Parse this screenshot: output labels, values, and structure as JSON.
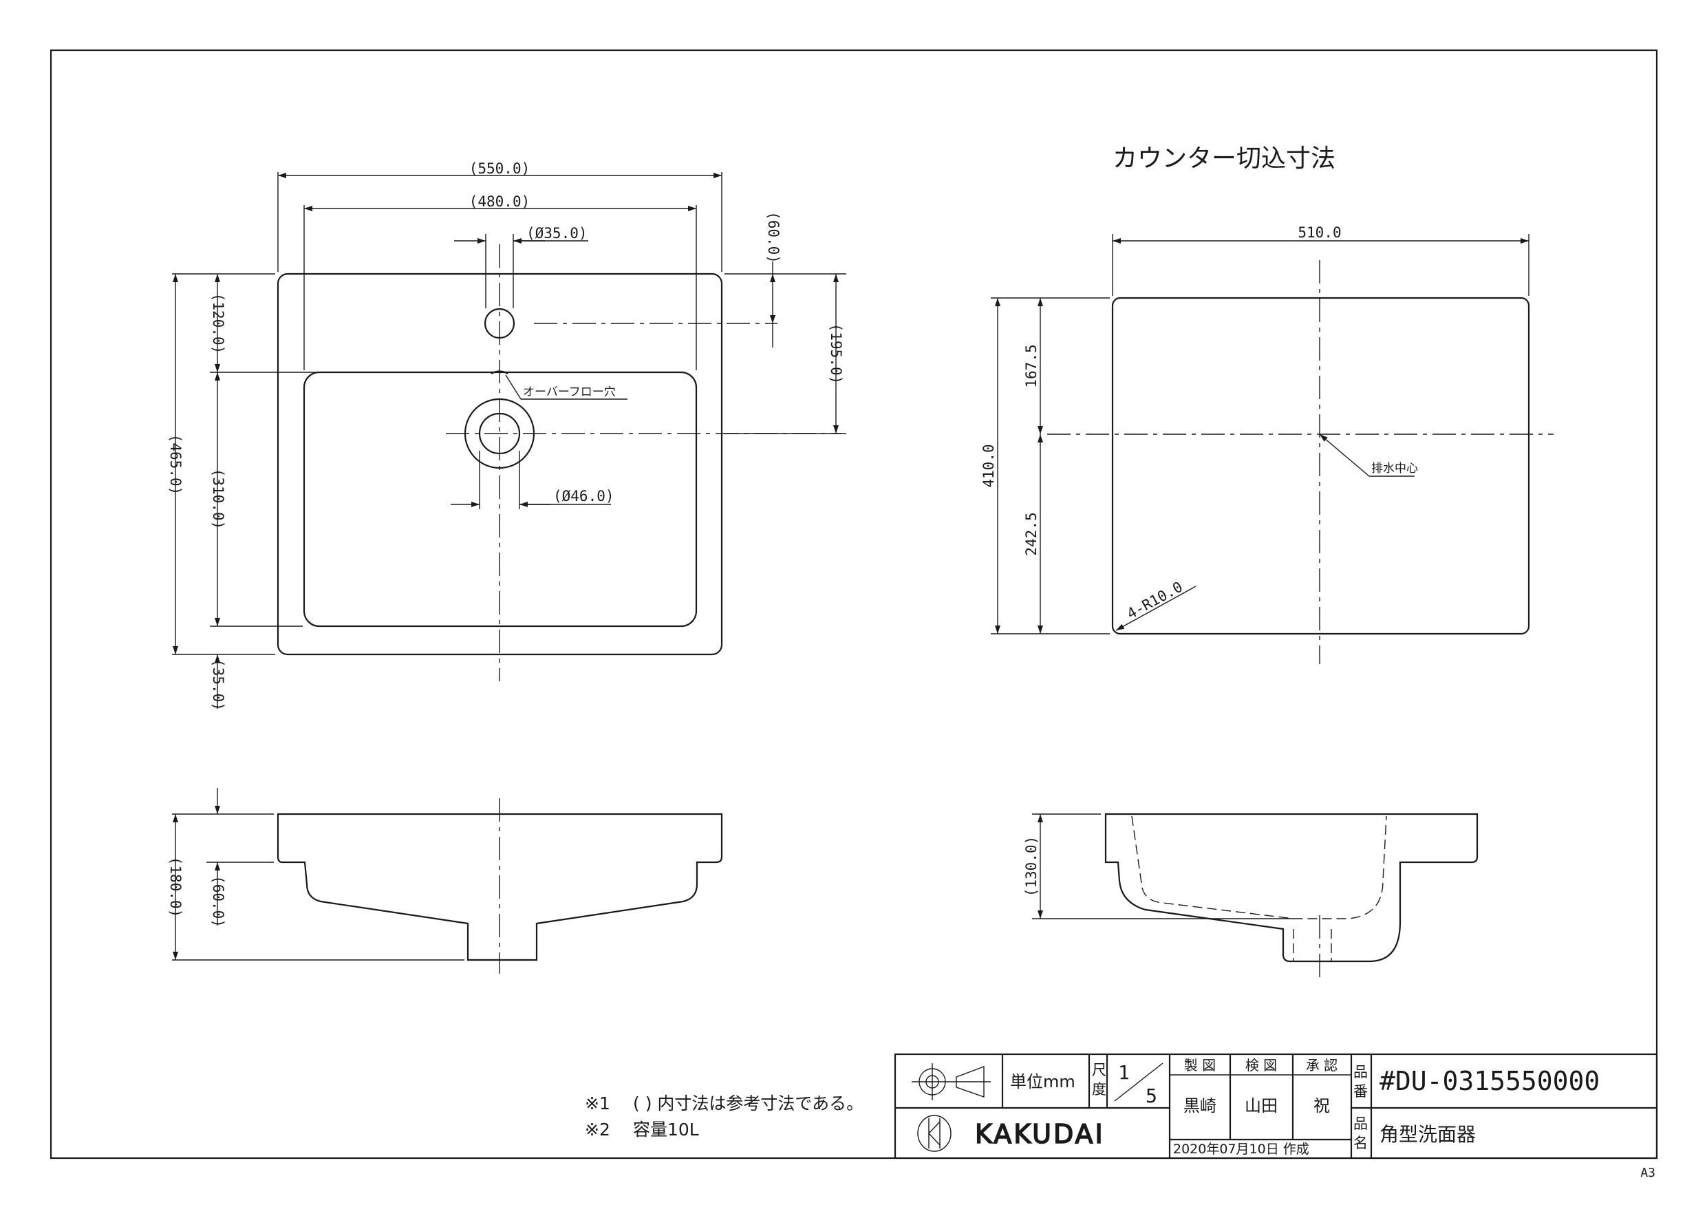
{
  "top_view": {
    "overall_width": "(550.0)",
    "inner_width": "(480.0)",
    "faucet_hole_dia": "(Ø35.0)",
    "faucet_offset": "(60.0)",
    "depth_to_bowl": "(120.0)",
    "depth_to_drain": "(195.0)",
    "overall_depth": "(465.0)",
    "bowl_depth": "(310.0)",
    "front_margin": "(35.0)",
    "overflow_label": "オーバーフロー穴",
    "drain_dia": "(Ø46.0)"
  },
  "cutout_view": {
    "title": "カウンター切込寸法",
    "width": "510.0",
    "height": "410.0",
    "upper": "167.5",
    "lower": "242.5",
    "radius": "4-R10.0",
    "drain_center_label": "排水中心"
  },
  "side_front": {
    "total_height": "(180.0)",
    "bowl_height": "(60.0)"
  },
  "side_right": {
    "height": "(130.0)"
  },
  "notes": {
    "note1_mark": "※1",
    "note1_text": "( ) 内寸法は参考寸法である。",
    "note2_mark": "※2",
    "note2_text": "容量10L"
  },
  "title_block": {
    "unit_label": "単位mm",
    "scale_label": "尺度",
    "scale_num": "1",
    "scale_den": "5",
    "drawn_header": "製 図",
    "checked_header": "検 図",
    "approved_header": "承 認",
    "drawn_by": "黒崎",
    "checked_by": "山田",
    "approved_by": "祝",
    "date_label": "2020年07月10日 作成",
    "part_no_label": "品番",
    "part_no": "#DU-0315550000",
    "part_name_label": "品名",
    "part_name": "角型洗面器",
    "brand": "KAKUDAI"
  },
  "sheet_size": "A3"
}
